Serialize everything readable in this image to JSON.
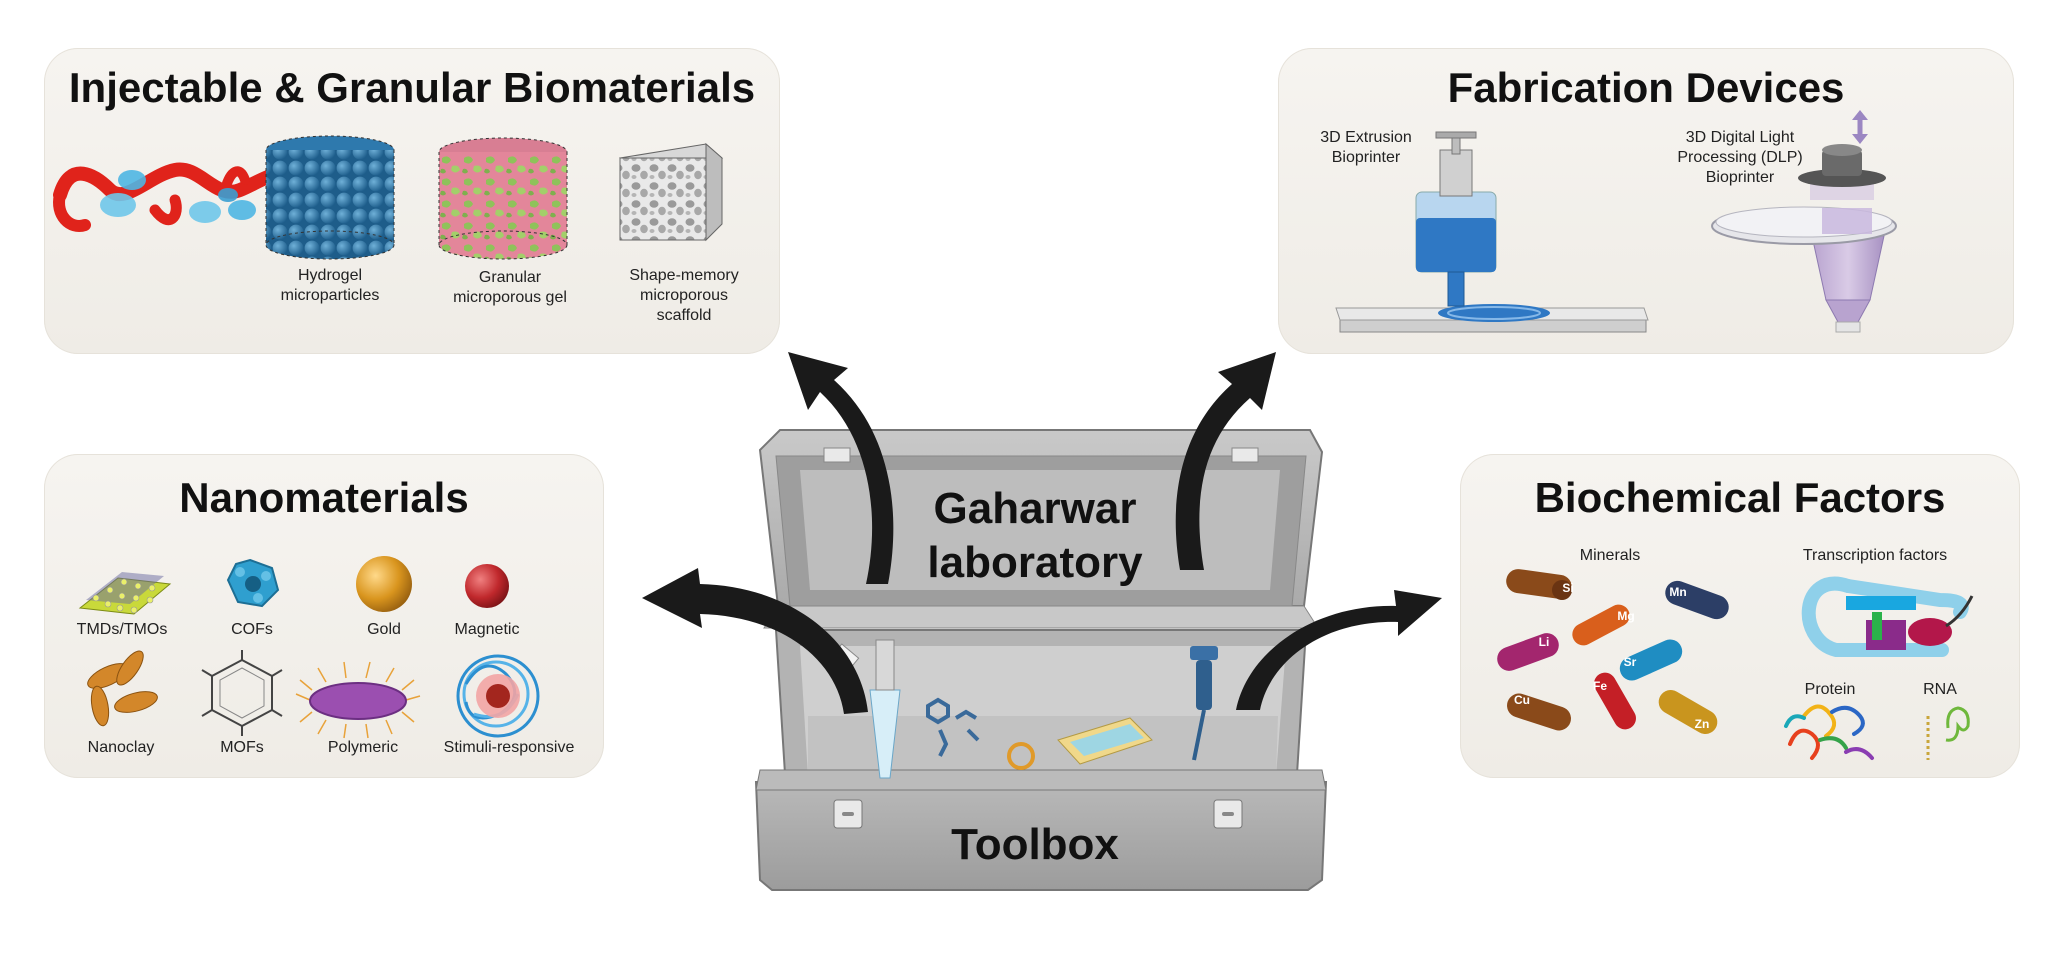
{
  "center": {
    "lid_text_line1": "Gaharwar",
    "lid_text_line2": "laboratory",
    "box_text": "Toolbox"
  },
  "panels": {
    "injectable": {
      "title": "Injectable & Granular Biomaterials",
      "items": [
        "Hydrogel\nmicroparticles",
        "Granular\nmicroporous gel",
        "Shape-memory\nmicroporous\nscaffold"
      ]
    },
    "fabrication": {
      "title": "Fabrication Devices",
      "items": [
        "3D Extrusion\nBioprinter",
        "3D Digital Light\nProcessing (DLP)\nBioprinter"
      ]
    },
    "nanomaterials": {
      "title": "Nanomaterials",
      "items": [
        "TMDs/TMOs",
        "COFs",
        "Gold",
        "Magnetic",
        "Nanoclay",
        "MOFs",
        "Polymeric",
        "Stimuli-responsive"
      ]
    },
    "biochemical": {
      "title": "Biochemical Factors",
      "groups": [
        "Minerals",
        "Transcription factors",
        "Protein",
        "RNA"
      ],
      "minerals": [
        "Si",
        "Mg",
        "Mn",
        "Li",
        "Sr",
        "Cu",
        "Fe",
        "Zn"
      ]
    }
  },
  "colors": {
    "panel_bg": "#f2efea",
    "arrow": "#1a1a1a",
    "box_gray": "#a9a9a9",
    "accent_blue": "#2f6fb0",
    "accent_red": "#e0231b"
  }
}
